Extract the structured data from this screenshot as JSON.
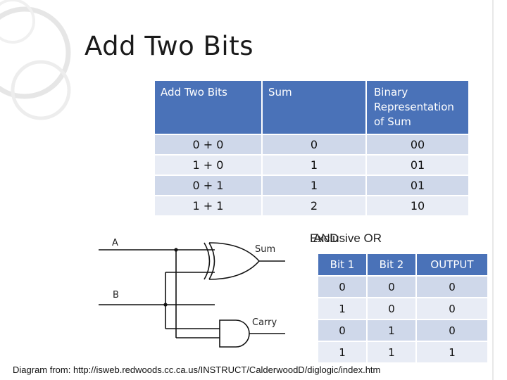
{
  "slide": {
    "title": "Add Two Bits",
    "footer": "Diagram from: http://isweb.redwoods.cc.ca.us/INSTRUCT/CalderwoodD/diglogic/index.htm"
  },
  "sum_table": {
    "headers": [
      "Add Two Bits",
      "Sum",
      "Binary Representation of Sum"
    ],
    "rows": [
      [
        "0 + 0",
        "0",
        "00"
      ],
      [
        "1 + 0",
        "1",
        "01"
      ],
      [
        "0 + 1",
        "1",
        "01"
      ],
      [
        "1 + 1",
        "2",
        "10"
      ]
    ]
  },
  "circuit": {
    "input_a": "A",
    "input_b": "B",
    "output_sum": "Sum",
    "output_carry": "Carry"
  },
  "gate_caption": {
    "overlap_1": "Exclusive OR",
    "overlap_2": "AND"
  },
  "xor_table": {
    "headers": [
      "Bit 1",
      "Bit 2",
      "OUTPUT"
    ],
    "rows": [
      [
        "0",
        "0",
        "0"
      ],
      [
        "1",
        "0",
        "0"
      ],
      [
        "0",
        "1",
        "0"
      ],
      [
        "1",
        "1",
        "1"
      ]
    ]
  },
  "colors": {
    "header_blue": "#4a72b8",
    "row_dark": "#cfd8ea",
    "row_light": "#e8ecf5"
  }
}
